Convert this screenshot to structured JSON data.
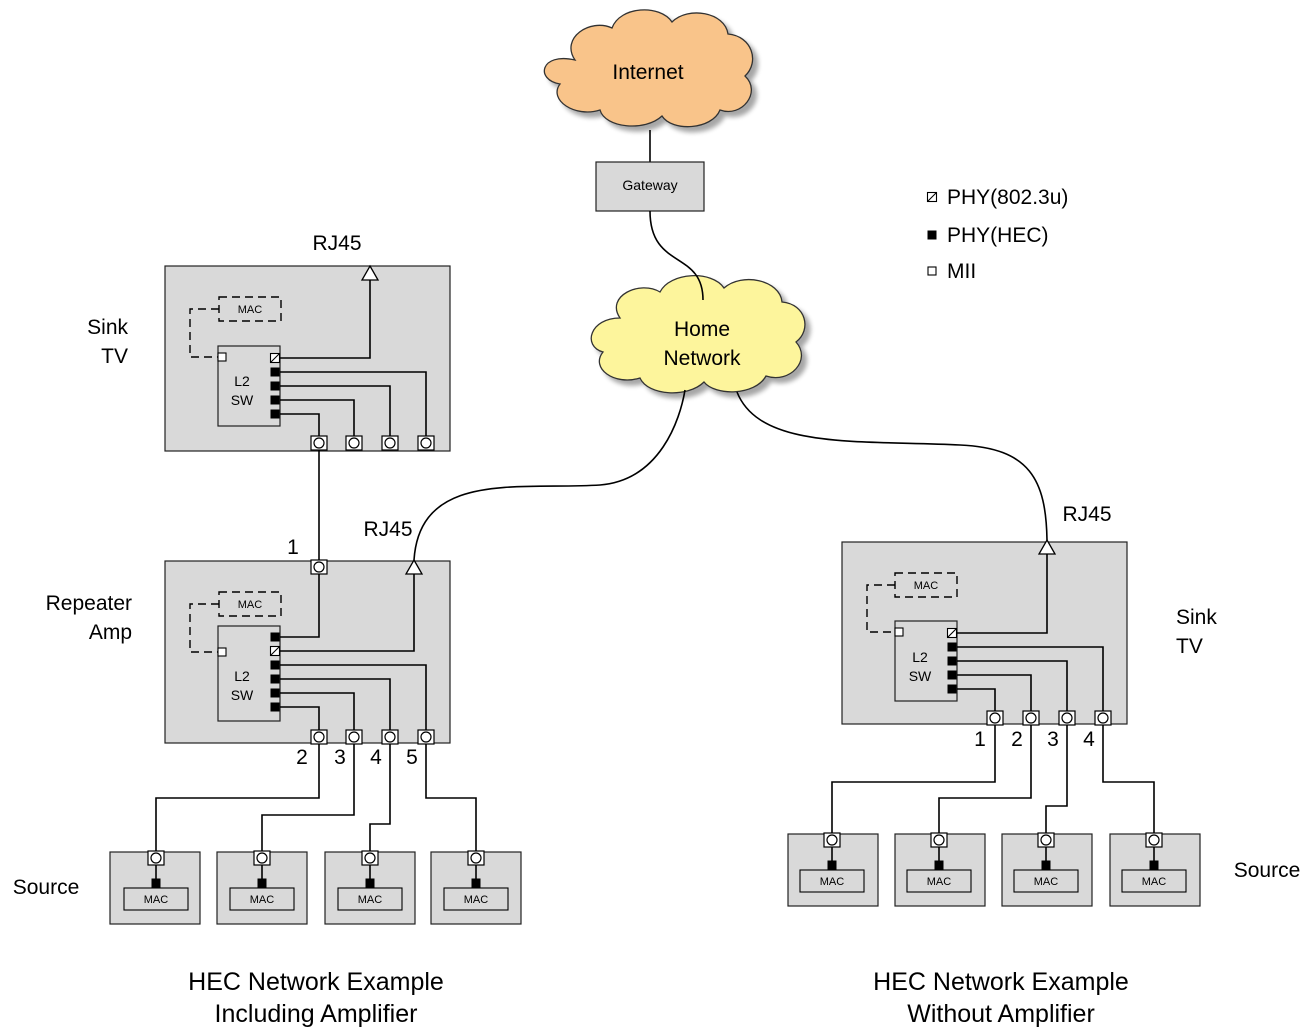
{
  "internet": "Internet",
  "gateway": "Gateway",
  "home_network": [
    "Home",
    "Network"
  ],
  "legend": {
    "phy_8023u": "PHY(802.3u)",
    "phy_hec": "PHY(HEC)",
    "mii": "MII"
  },
  "left": {
    "sink_rj45": "RJ45",
    "sink_label": [
      "Sink",
      "TV"
    ],
    "repeater_label": [
      "Repeater",
      "Amp"
    ],
    "repeater_rj45": "RJ45",
    "port_numbers": [
      "1",
      "2",
      "3",
      "4",
      "5"
    ],
    "source_label": "Source",
    "caption": [
      "HEC Network Example",
      "Including Amplifier"
    ]
  },
  "right": {
    "rj45": "RJ45",
    "sink_label": [
      "Sink",
      "TV"
    ],
    "port_numbers": [
      "1",
      "2",
      "3",
      "4"
    ],
    "source_label": "Source",
    "caption": [
      "HEC Network Example",
      "Without Amplifier"
    ]
  },
  "mac": "MAC",
  "l2sw": [
    "L2",
    "SW"
  ],
  "colors": {
    "internet_cloud": "#f9c48a",
    "home_cloud": "#fdf59c",
    "box_fill": "#d9d9d9"
  }
}
